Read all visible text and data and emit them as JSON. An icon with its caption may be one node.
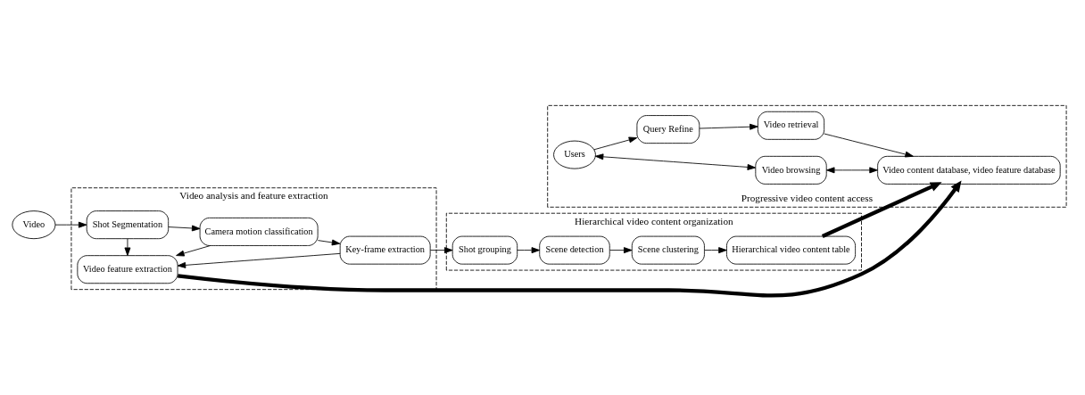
{
  "diagram": {
    "nodes": [
      {
        "text": [
          "Video analysis and feature extraction"
        ]
      },
      {
        "text": [
          "Hierarchical video content organization"
        ]
      },
      {
        "text": [
          "Progressive video content access"
        ]
      },
      {
        "text": [
          "Video"
        ]
      },
      {
        "text": [
          "Shot Segmentation"
        ],
        "in": 0
      },
      {
        "text": [
          "Camera motion classification"
        ],
        "in": 0
      },
      {
        "text": [
          "Key-frame extraction"
        ],
        "in": 0
      },
      {
        "text": [
          "Video feature extraction"
        ],
        "in": 0
      },
      {
        "text": [
          "Shot grouping"
        ],
        "in": 1
      },
      {
        "text": [
          "Scene detection"
        ],
        "in": 1
      },
      {
        "text": [
          "Scene clustering"
        ],
        "in": 1
      },
      {
        "text": [
          "Hierarchical video content table"
        ],
        "in": 1
      },
      {
        "text": [
          "Video content database, video feature database"
        ],
        "in": 2
      },
      {
        "text": [
          "Video retrieval"
        ],
        "in": 2
      },
      {
        "text": [
          "Video browsing"
        ],
        "in": 2
      },
      {
        "text": [
          "Query Refine"
        ],
        "in": 2
      },
      {
        "text": [
          "Users"
        ],
        "in": 2
      }
    ],
    "edges": [
      {
        "from": 3,
        "to": 4,
        "arrow": "to"
      },
      {
        "from": 4,
        "to": 5,
        "arrow": "to"
      },
      {
        "from": 5,
        "to": 6,
        "arrow": "to"
      },
      {
        "from": 6,
        "to": 8,
        "arrow": "to"
      },
      {
        "from": 8,
        "to": 9,
        "arrow": "to"
      },
      {
        "from": 9,
        "to": 10,
        "arrow": "to"
      },
      {
        "from": 4,
        "to": 7,
        "arrow": "to"
      },
      {
        "from": 5,
        "to": 7,
        "arrow": "to"
      },
      {
        "from": 6,
        "to": 7,
        "arrow": "to"
      },
      {
        "from": 10,
        "to": 11,
        "arrow": "to"
      },
      {
        "from": 7,
        "to": 12,
        "arrow": "to",
        "style": "thick"
      },
      {
        "from": 11,
        "to": 12,
        "arrow": "to",
        "style": "thick"
      },
      {
        "from": 13,
        "to": 12,
        "arrow": "to"
      },
      {
        "from": 14,
        "to": 12,
        "arrow": "both"
      },
      {
        "from": 15,
        "to": 13,
        "arrow": "to"
      },
      {
        "from": 16,
        "to": 15,
        "arrow": "to"
      },
      {
        "from": 16,
        "to": 14,
        "arrow": "both"
      }
    ]
  }
}
